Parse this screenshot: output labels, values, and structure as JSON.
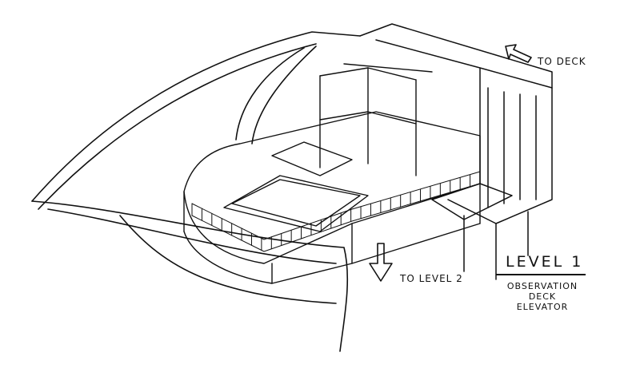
{
  "labels": {
    "to_deck": "TO DECK",
    "to_level_2": "TO LEVEL 2",
    "title": "LEVEL 1",
    "subtitle_lines": [
      "OBSERVATION",
      "DECK",
      "ELEVATOR"
    ]
  },
  "colors": {
    "ink": "#111111",
    "background": "#ffffff"
  }
}
